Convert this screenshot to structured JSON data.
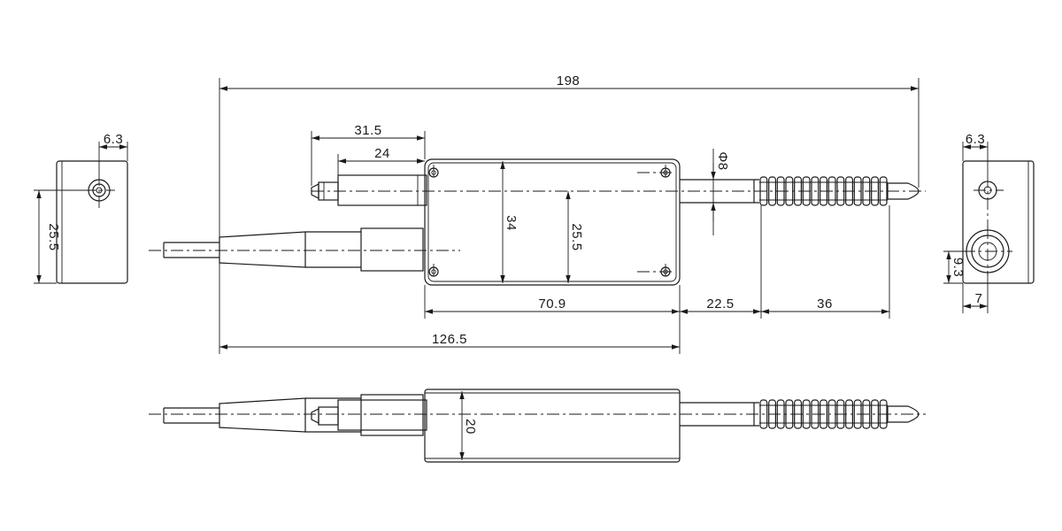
{
  "dimensions": {
    "overall_length": "198",
    "connector_length": "31.5",
    "connector_inner": "24",
    "body_height": "34",
    "mount_spacing": "25.5",
    "rod_diameter": "Φ8",
    "body_length": "70.9",
    "rod_length": "22.5",
    "bellows_length": "36",
    "cable_to_body": "126.5",
    "side_height": "20",
    "left_offset": "6.3",
    "left_height": "25.5",
    "right_offset": "6.3",
    "right_vertical": "9.3",
    "right_horizontal": "7"
  }
}
